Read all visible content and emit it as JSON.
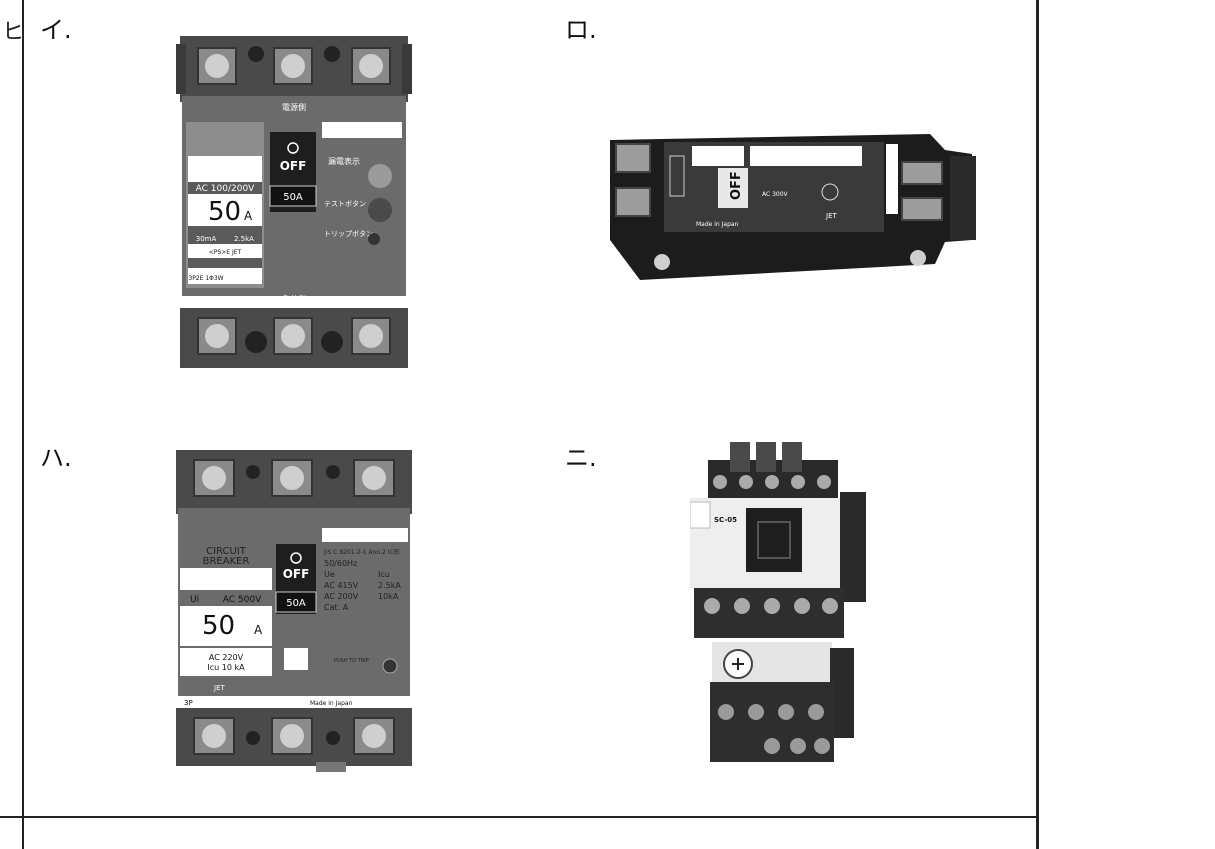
{
  "edge_char": "ヒ",
  "options": [
    {
      "label": "イ."
    },
    {
      "label": "ロ."
    },
    {
      "label": "ハ."
    },
    {
      "label": "ニ."
    }
  ],
  "elcb": {
    "top_side": "電源側",
    "bottom_side": "負荷側",
    "off": "OFF",
    "handle_rating": "50A",
    "voltage": "AC 100/200V",
    "current_value": "50",
    "current_unit": "A",
    "sensitivity": "30mA",
    "breaking": "2.5kA",
    "jet": "<PS>E JET",
    "poles": "3P2E 1Φ3W",
    "trip_indicator": "漏電表示",
    "test_button": "テストボタン",
    "trip_button": "トリップボタン"
  },
  "small_breaker": {
    "off": "OFF",
    "made_in": "Made in Japan",
    "rating": "AC 300V",
    "jet": "JET"
  },
  "mccb": {
    "title_line1": "CIRCUIT",
    "title_line2": "BREAKER",
    "off": "OFF",
    "handle_rating": "50A",
    "ui": "Ui",
    "ui_value": "AC 500V",
    "current_value": "50",
    "current_unit": "A",
    "ac_voltage": "AC 220V",
    "icu": "Icu 10 kA",
    "standard": "JIS C 8201-2-1 Ann.2 IC形",
    "freq": "50/60Hz",
    "ue": "Ue",
    "icu_head": "Icu",
    "row1_v": "AC 415V",
    "row1_i": "2.5kA",
    "row2_v": "AC 200V",
    "row2_i": "10kA",
    "cat": "Cat. A",
    "poles": "3P",
    "made_in": "Made in Japan",
    "push_to_trip": "PUSH TO TRIP",
    "jet": "JET"
  },
  "contactor": {
    "model": "SC-05"
  }
}
